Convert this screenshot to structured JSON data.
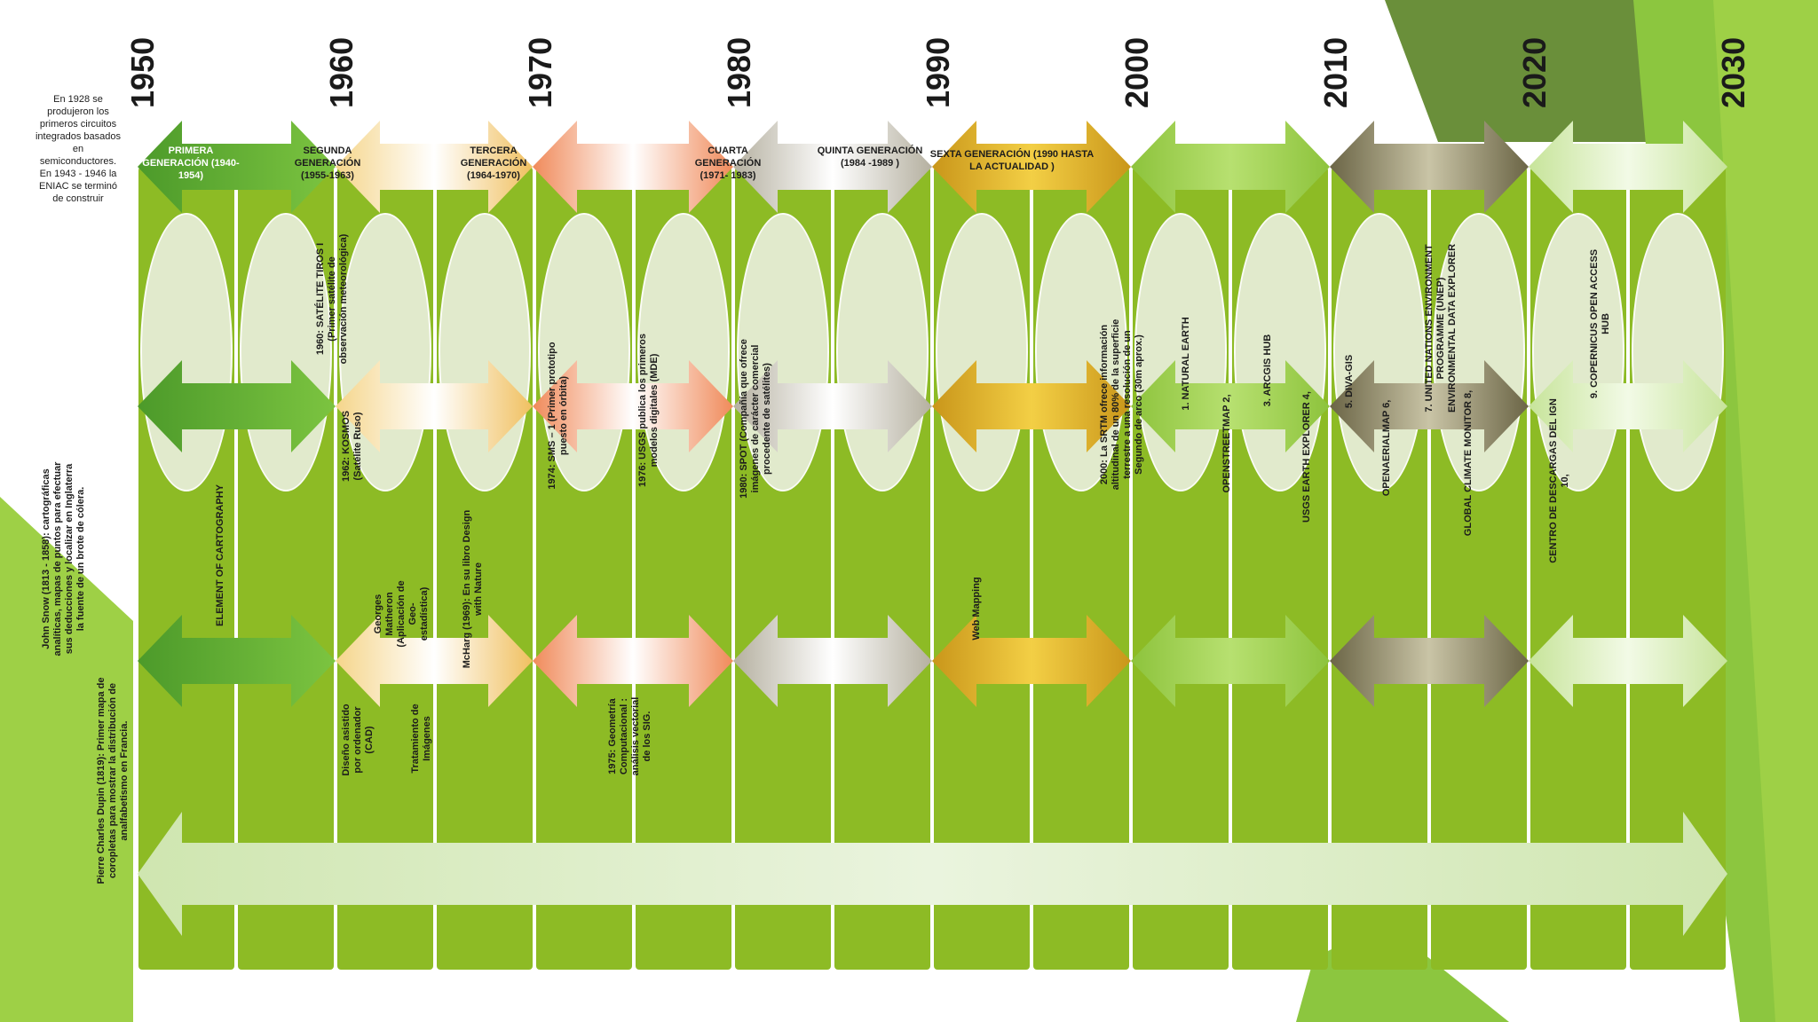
{
  "years": [
    "1950",
    "1960",
    "1970",
    "1980",
    "1990",
    "2000",
    "2010",
    "2020",
    "2030"
  ],
  "intro_note": "En 1928 se produjeron los primeros circuitos integrados basados en semiconductores. En 1943 - 1946 la ENIAC se terminó de construir",
  "side_note_snow": "John Snow (1813 - 1858): cartográficas analíticas, mapas de puntos para efectuar sus deducciones y localizar en Inglaterra la fuente de un brote de cólera.",
  "side_note_dupin": "Pierre Charles Dupin (1819): Primer mapa de coropletas para mostrar la distribución de analfabetismo en Francia.",
  "generations": [
    "PRIMERA GENERACIÓN (1940- 1954)",
    "SEGUNDA GENERACIÓN (1955-1963)",
    "TERCERA GENERACIÓN (1964-1970)",
    "CUARTA GENERACIÓN (1971- 1983)",
    "QUINTA GENERACIÓN (1984 -1989 )",
    "SEXTA GENERACIÓN (1990 HASTA LA ACTUALIDAD )"
  ],
  "events": {
    "tiros": "1960: SATÉLITE TIROS I (Primer satélite de observación meteorológica)",
    "kosmos": "1962: KOSMOS (Satélite Ruso)",
    "sms": "1974: SMS – 1 (Primer prototipo puesto en órbita)",
    "usgs_mde": "1976: USGS publica los primeros modelos digitales (MDE)",
    "spot": "1980: SPOT (Compañía que ofrece imágenes de carácter comercial procedente de satélites)",
    "srtm": "2000: La SRTM ofrece información altitudinal de un 80% de la superficie terrestre a una resolución de un Segundo de arco (30m aprox.)",
    "natural_earth": "1. NATURAL EARTH",
    "openstreetmap": "OPENSTREETMAP 2,",
    "arcgis": "3. ARCGIS HUB",
    "usgs_explorer": "USGS EARTH EXPLORER 4,",
    "diva": "5. DIVA-GIS",
    "openaerialmap": "OPENAERIALMAP 6,",
    "unep": "7. UNITED NATIONS ENVIRONMENT PROGRAMME (UNEP) ENVIRONMENTAL DATA EXPLORER",
    "gcm": "GLOBAL CLIMATE MONITOR 8,",
    "ign": "CENTRO DE DESCARGAS DEL IGN 10,",
    "copernicus": "9. COPERNICUS OPEN ACCESS HUB",
    "element_cartography": "ELEMENT OF CARTOGRAPHY",
    "cad": "Diseño asistido por ordenador (CAD)",
    "matheron": "Georges Matheron (Aplicación de Geo-estadística)",
    "imagenes": "Tratamiento de Imágenes",
    "mcharg": "McHarg (1969): En su libro Design with Nature",
    "geometria": "1975: Geometría Computacional : análisis vectorial de los SIG.",
    "web_mapping": "Web Mapping"
  },
  "colors": {
    "column": "#8dbb25",
    "bg_green": "#8cc63f",
    "dark_green": "#6a8f3a"
  }
}
